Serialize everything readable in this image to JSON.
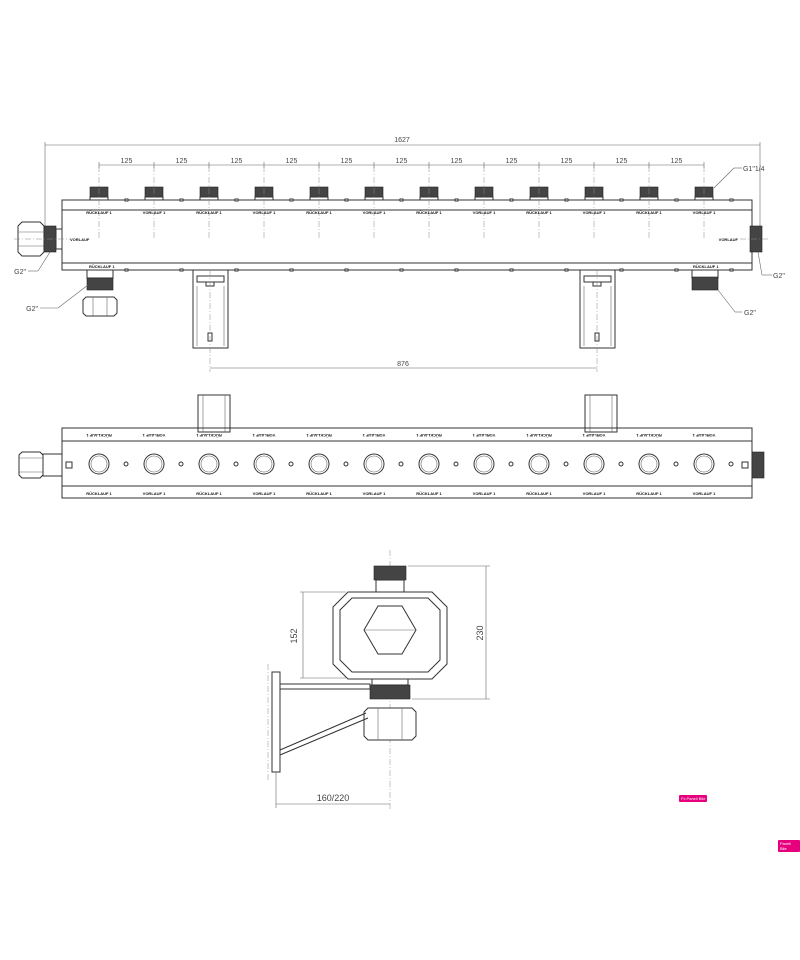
{
  "top_view": {
    "overall_length": "1627",
    "spacing": "125",
    "spacings_count": 11,
    "bracket_spacing": "876",
    "thread_outlet": "G1\"1/4",
    "thread_main_left": "G2\"",
    "thread_return_left": "G2\"",
    "thread_main_right": "G2\"",
    "thread_return_right": "G2\"",
    "outlet_labels": [
      "RÜCKLAUF 1",
      "VORLAUF 1",
      "RÜCKLAUF 1",
      "VORLAUF 1",
      "RÜCKLAUF 1",
      "VORLAUF 1",
      "RÜCKLAUF 1",
      "VORLAUF 1",
      "RÜCKLAUF 1",
      "VORLAUF 1",
      "RÜCKLAUF 1",
      "VORLAUF 1"
    ],
    "left_inlet_label": "VORLAUF",
    "right_inlet_label": "VORLAUF",
    "left_return_label": "RÜCKLAUF 1",
    "right_return_label": "RÜCKLAUF 1"
  },
  "front_view": {
    "top_labels": [
      "RÜCKLAUF 1",
      "VORLAUF 1",
      "RÜCKLAUF 1",
      "VORLAUF 1",
      "RÜCKLAUF 1",
      "VORLAUF 1",
      "RÜCKLAUF 1",
      "VORLAUF 1",
      "RÜCKLAUF 1",
      "VORLAUF 1",
      "RÜCKLAUF 1",
      "VORLAUF 1"
    ],
    "bottom_labels": [
      "RÜCKLAUF 1",
      "VORLAUF 1",
      "RÜCKLAUF 1",
      "VORLAUF 1",
      "RÜCKLAUF 1",
      "VORLAUF 1",
      "RÜCKLAUF 1",
      "VORLAUF 1",
      "RÜCKLAUF 1",
      "VORLAUF 1",
      "RÜCKLAUF 1",
      "VORLAUF 1"
    ]
  },
  "side_view": {
    "body_height": "152",
    "total_height": "230",
    "wall_distance": "160/220"
  },
  "badges": [
    "Fx Paneli Bile",
    "Paneli Bile"
  ],
  "colors": {
    "badge": "#e6007e",
    "line": "#333333",
    "thread": "#444444"
  }
}
